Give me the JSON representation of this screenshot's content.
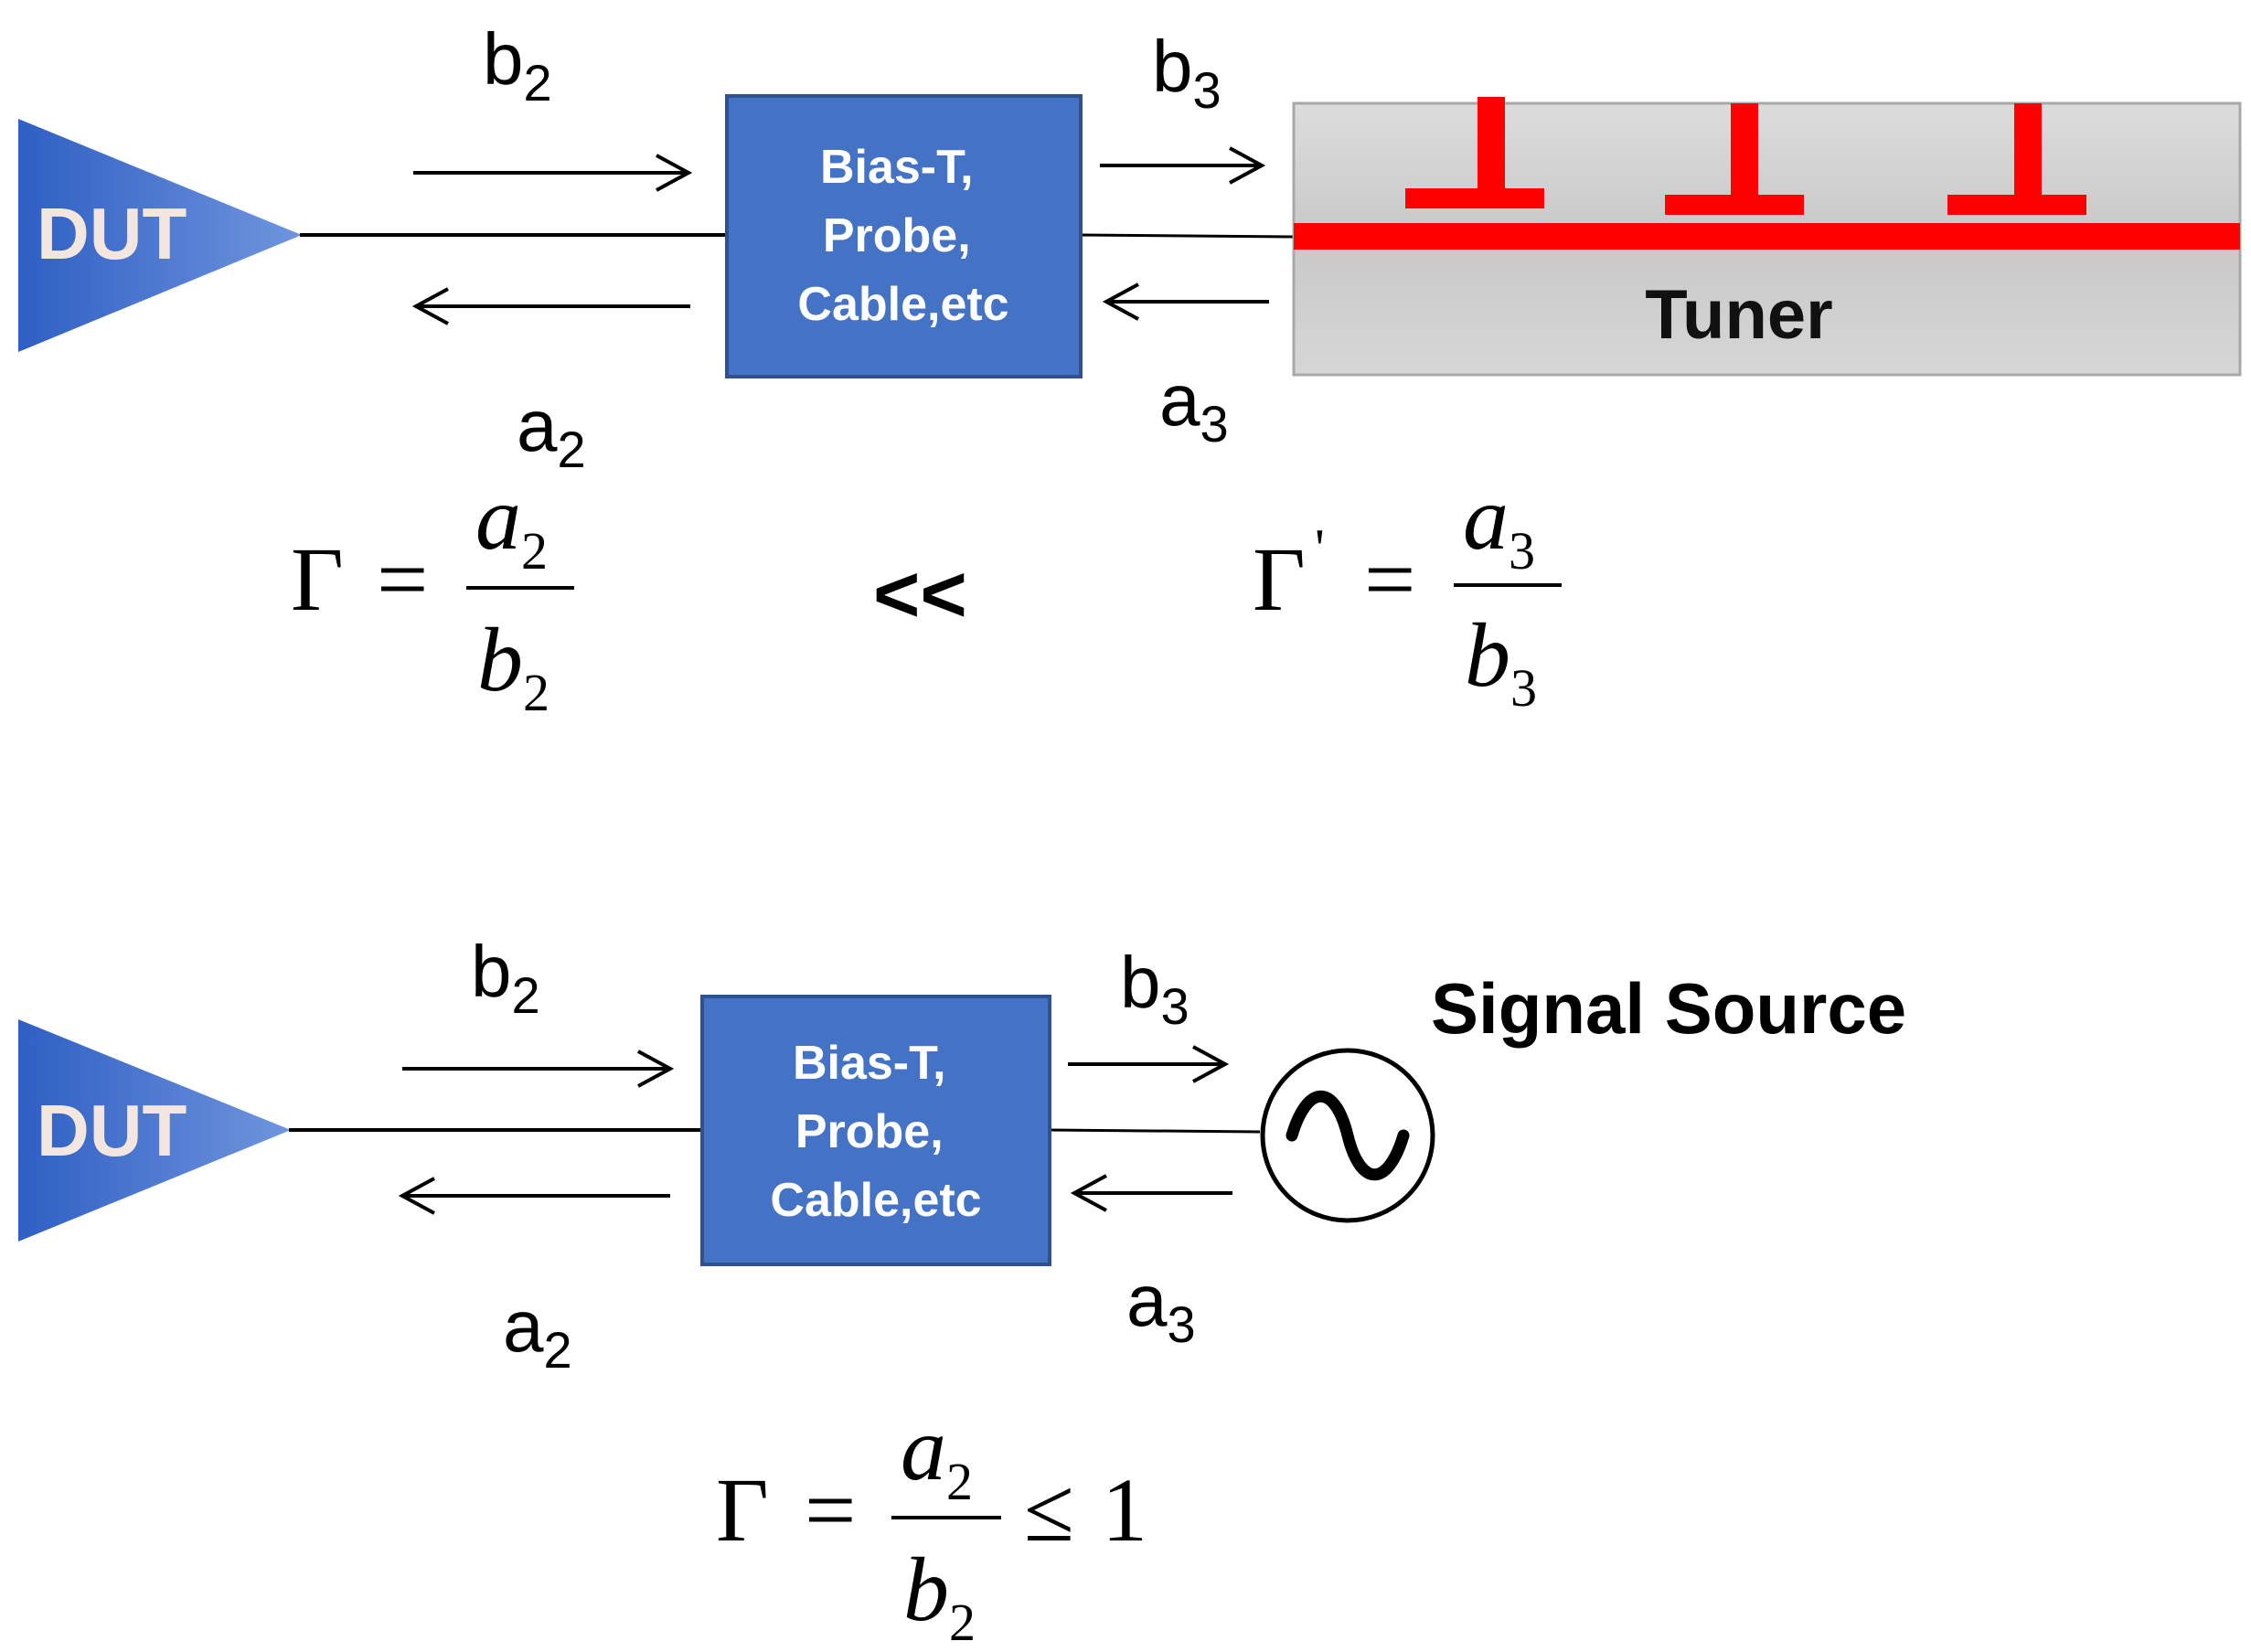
{
  "colors": {
    "dut_blue": "#3a68c9",
    "box_blue": "#4472c4",
    "box_border": "#2f528f",
    "tuner_gray": "#cfcfcf",
    "tuner_line": "#ff0000"
  },
  "top": {
    "dut_label": "DUT",
    "box_lines": [
      "Bias-T,",
      "Probe,",
      "Cable,etc"
    ],
    "tuner_label": "Tuner",
    "b2": {
      "base": "b",
      "sub": "2"
    },
    "a2": {
      "base": "a",
      "sub": "2"
    },
    "b3": {
      "base": "b",
      "sub": "3"
    },
    "a3": {
      "base": "a",
      "sub": "3"
    },
    "eq_left": {
      "lhs": "Γ",
      "eq": "=",
      "num": "a",
      "num_sub": "2",
      "den": "b",
      "den_sub": "2"
    },
    "comparison": "<<",
    "eq_right": {
      "lhs": "Γ",
      "prime": "'",
      "eq": "=",
      "num": "a",
      "num_sub": "3",
      "den": "b",
      "den_sub": "3"
    }
  },
  "bottom": {
    "dut_label": "DUT",
    "box_lines": [
      "Bias-T,",
      "Probe,",
      "Cable,etc"
    ],
    "source_label": "Signal Source",
    "source_symbol": "sine-source-icon",
    "b2": {
      "base": "b",
      "sub": "2"
    },
    "a2": {
      "base": "a",
      "sub": "2"
    },
    "b3": {
      "base": "b",
      "sub": "3"
    },
    "a3": {
      "base": "a",
      "sub": "3"
    },
    "eq": {
      "lhs": "Γ",
      "eq": "=",
      "num": "a",
      "num_sub": "2",
      "den": "b",
      "den_sub": "2",
      "rel": "≤",
      "rhs": "1"
    }
  }
}
